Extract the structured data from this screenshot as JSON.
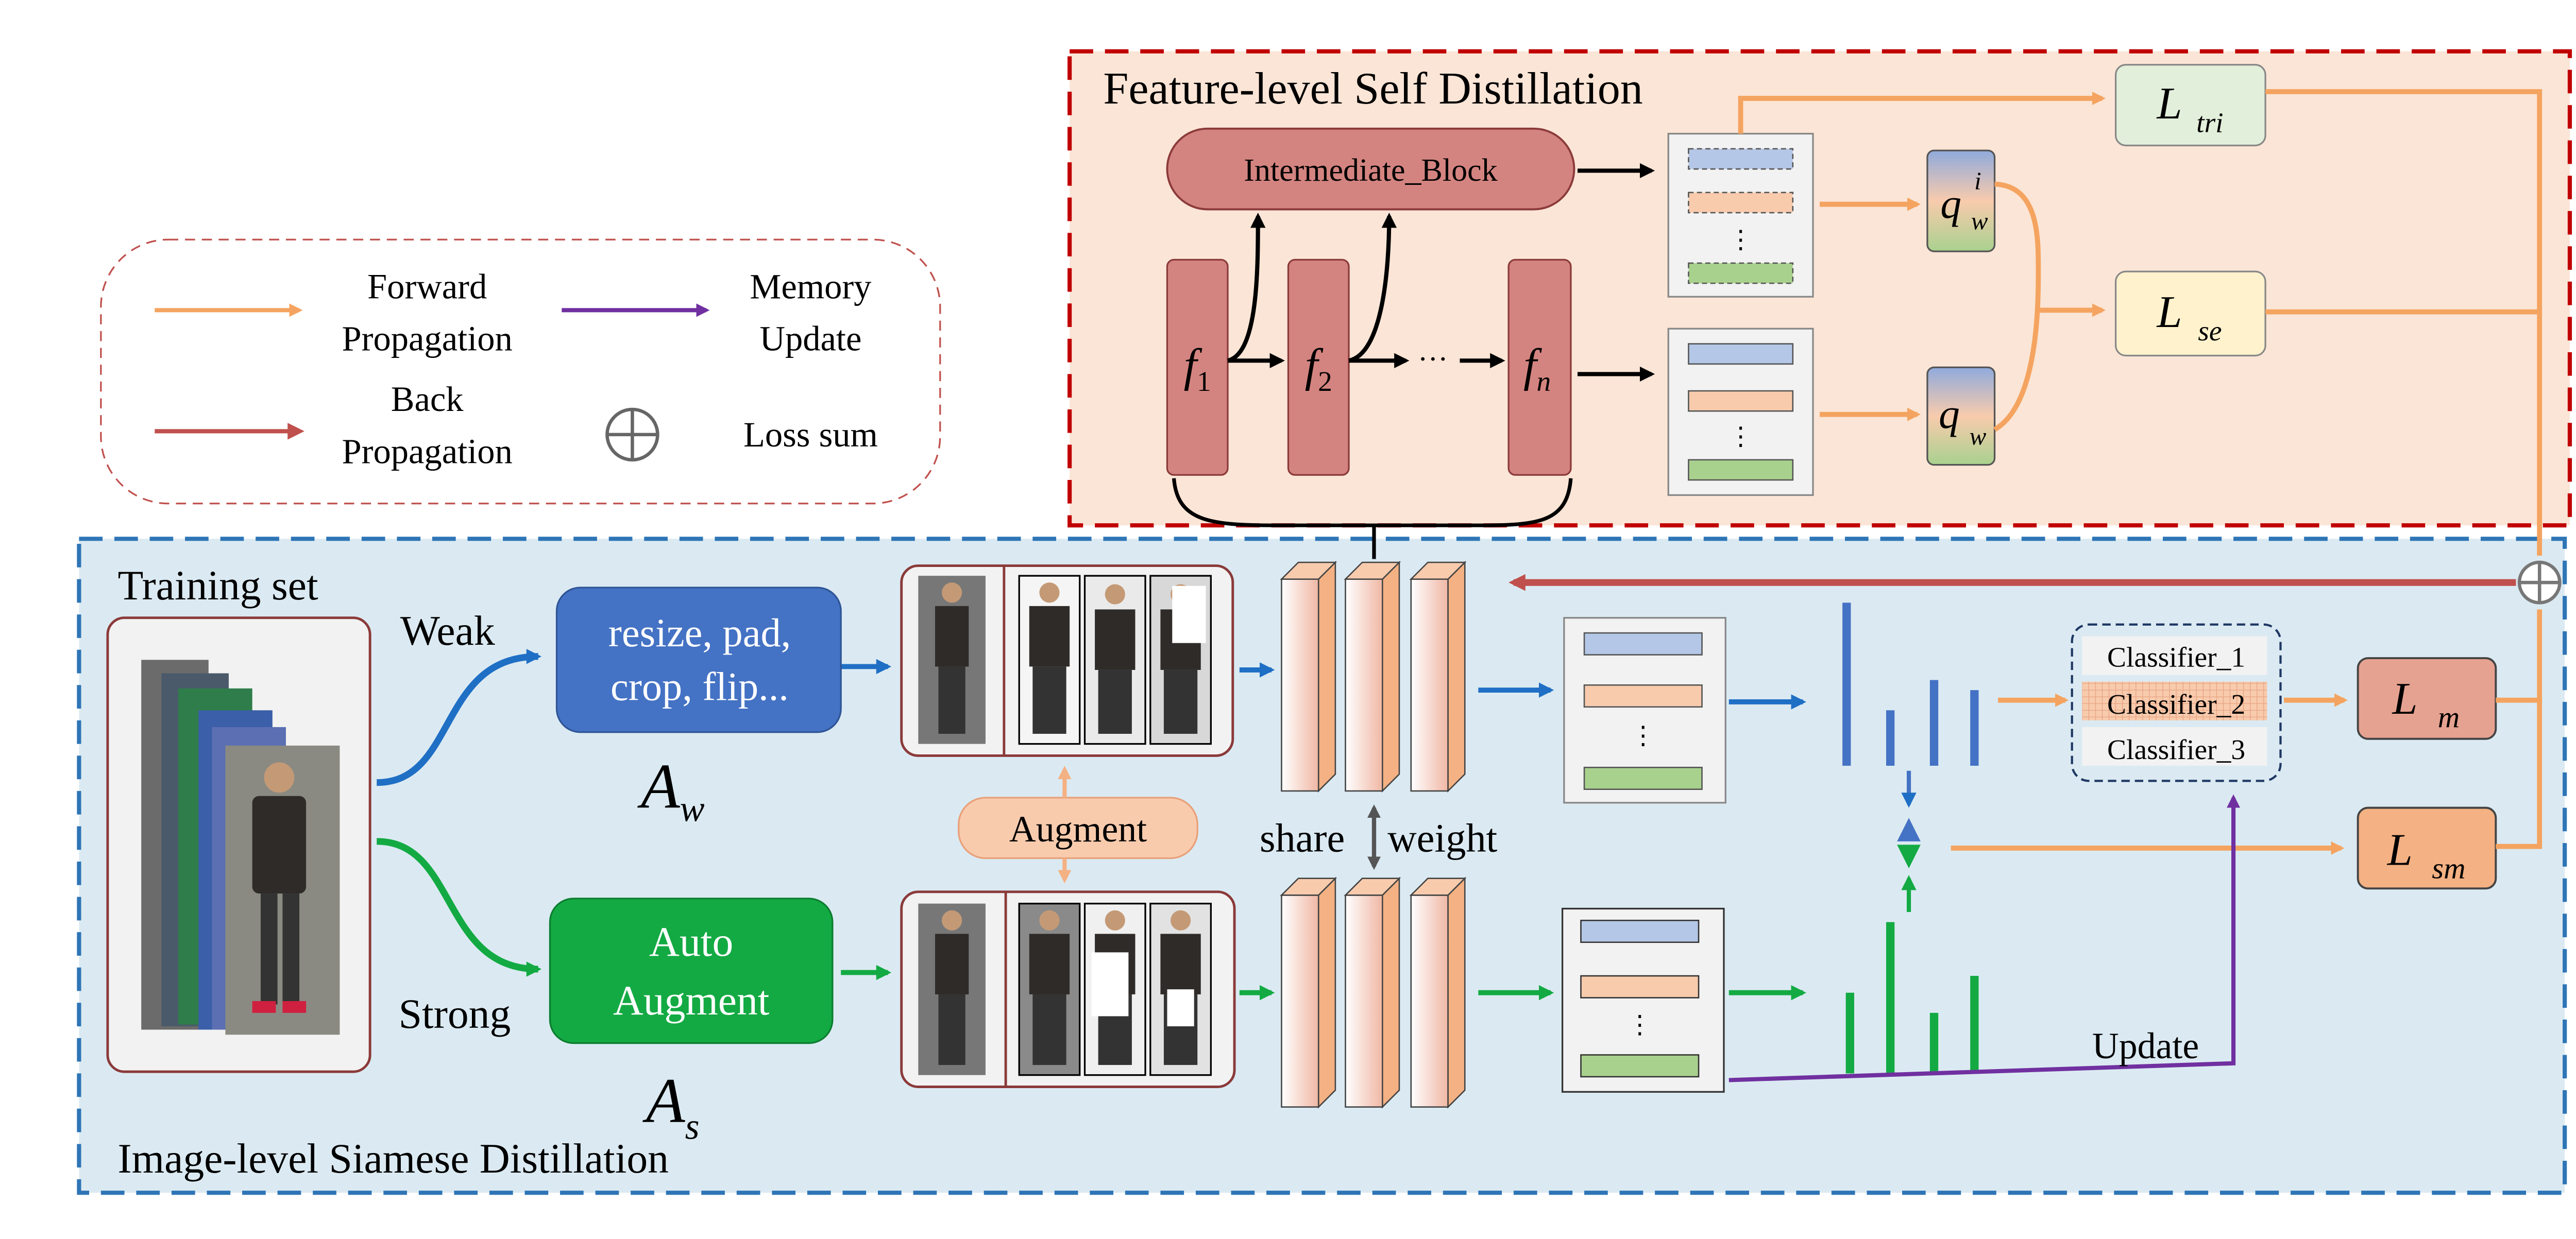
{
  "legend": {
    "forward": [
      "Forward",
      "Propagation"
    ],
    "memory": [
      "Memory",
      "Update"
    ],
    "back": [
      "Back",
      "Propagation"
    ],
    "loss_sum": "Loss sum",
    "colors": {
      "forward": "#f4a460",
      "memory": "#7030a0",
      "back": "#c0504d"
    }
  },
  "feature_panel": {
    "title": "Feature-level Self Distillation",
    "intermediate_block": "Intermediate_Block",
    "features": [
      "f",
      "f",
      "f"
    ],
    "feature_subs": [
      "1",
      "2",
      "n"
    ],
    "dots": "···",
    "q_upper": "q",
    "q_upper_sup": "i",
    "q_upper_sub": "w",
    "q_lower": "q",
    "q_lower_sub": "w",
    "loss_tri": "L",
    "loss_tri_sub": "tri",
    "loss_se": "L",
    "loss_se_sub": "se"
  },
  "image_panel": {
    "training_set": "Training set",
    "title": "Image-level Siamese Distillation",
    "weak": "Weak",
    "strong": "Strong",
    "weak_aug": [
      "resize, pad,",
      "crop, flip..."
    ],
    "strong_aug": [
      "Auto",
      "Augment"
    ],
    "aw": "A",
    "aw_sub": "w",
    "as": "A",
    "as_sub": "s",
    "augment": "Augment",
    "share": "share",
    "weight": "weight",
    "classifiers": [
      "Classifier_1",
      "Classifier_2",
      "Classifier_3"
    ],
    "loss_m": "L",
    "loss_m_sub": "m",
    "loss_sm": "L",
    "loss_sm_sub": "sm",
    "update": "Update",
    "vertical_dots": "⋮"
  },
  "colors": {
    "blue": "#1f6fc5",
    "green": "#13aa43",
    "orange": "#f4a460",
    "dark_red": "#c0504d",
    "purple": "#7030a0",
    "panel_orange_bg": "#fbe5d6",
    "panel_blue_bg": "#dbeaf2"
  }
}
